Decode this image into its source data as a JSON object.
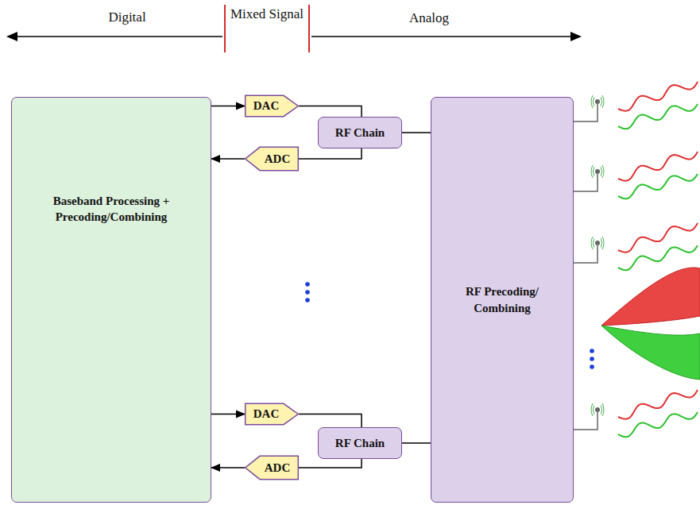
{
  "diagram": {
    "nodes": [
      {
        "text": [
          "Baseband Processing + Precoding/Combining"
        ]
      },
      {
        "text": [
          "DAC"
        ]
      },
      {
        "text": [
          "ADC"
        ]
      },
      {
        "text": [
          "RF Chain"
        ]
      },
      {
        "text": [
          "RF Precoding/ Combining"
        ]
      },
      {
        "text": [
          "DAC"
        ]
      },
      {
        "text": [
          "ADC"
        ]
      },
      {
        "text": [
          "RF Chain"
        ]
      }
    ],
    "edges": [
      {
        "from": 0,
        "to": 1,
        "arrow": "to"
      },
      {
        "from": 1,
        "to": 3,
        "arrow": "none"
      },
      {
        "from": 3,
        "to": 2,
        "arrow": "none"
      },
      {
        "from": 2,
        "to": 0,
        "arrow": "to"
      },
      {
        "from": 3,
        "to": 4,
        "arrow": "none"
      },
      {
        "from": 0,
        "to": 5,
        "arrow": "to"
      },
      {
        "from": 5,
        "to": 7,
        "arrow": "none"
      },
      {
        "from": 7,
        "to": 6,
        "arrow": "none"
      },
      {
        "from": 6,
        "to": 0,
        "arrow": "to"
      },
      {
        "from": 7,
        "to": 4,
        "arrow": "none"
      }
    ],
    "labels": [
      "Digital",
      "Mixed Signal",
      "Analog"
    ]
  }
}
